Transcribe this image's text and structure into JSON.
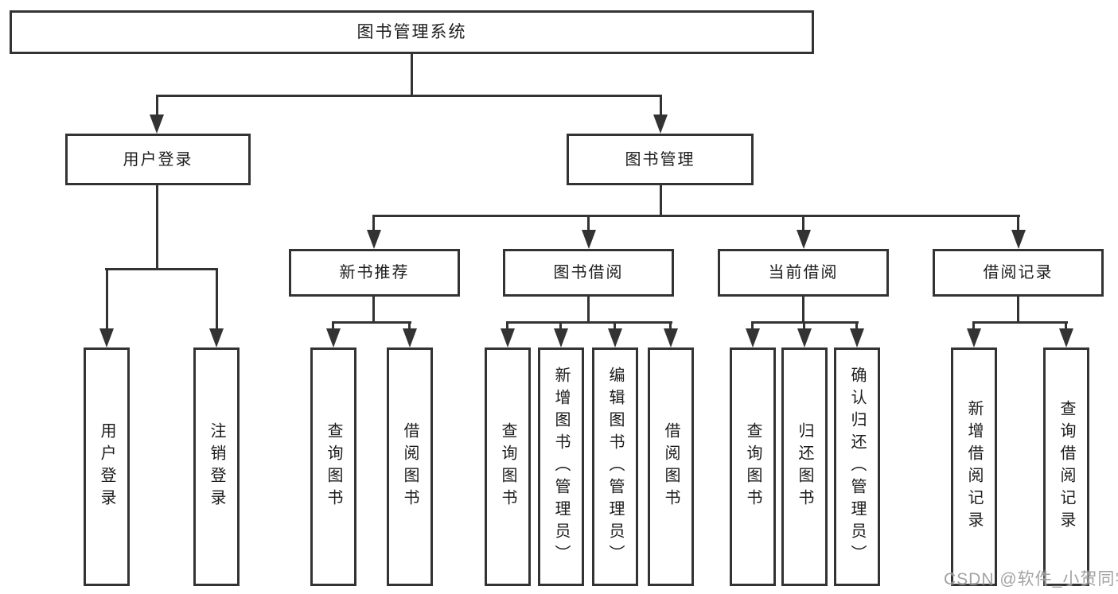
{
  "diagram": {
    "root": {
      "label": "图书管理系统"
    },
    "user_login": {
      "label": "用户登录",
      "children": [
        {
          "label": "用户登录"
        },
        {
          "label": "注销登录"
        }
      ]
    },
    "book_management": {
      "label": "图书管理",
      "sections": [
        {
          "label": "新书推荐",
          "children": [
            {
              "label": "查询图书"
            },
            {
              "label": "借阅图书"
            }
          ]
        },
        {
          "label": "图书借阅",
          "children": [
            {
              "label": "查询图书"
            },
            {
              "label": "新增图书（管理员）"
            },
            {
              "label": "编辑图书（管理员）"
            },
            {
              "label": "借阅图书"
            }
          ]
        },
        {
          "label": "当前借阅",
          "children": [
            {
              "label": "查询图书"
            },
            {
              "label": "归还图书"
            },
            {
              "label": "确认归还（管理员）"
            }
          ]
        },
        {
          "label": "借阅记录",
          "children": [
            {
              "label": "新增借阅记录"
            },
            {
              "label": "查询借阅记录"
            }
          ]
        }
      ]
    }
  },
  "watermark": {
    "text": "CSDN @软件_小贺同学"
  },
  "colors": {
    "line": "#333333",
    "text": "#1c1c1c",
    "watermark": "#9b9b9b",
    "background": "#ffffff"
  }
}
